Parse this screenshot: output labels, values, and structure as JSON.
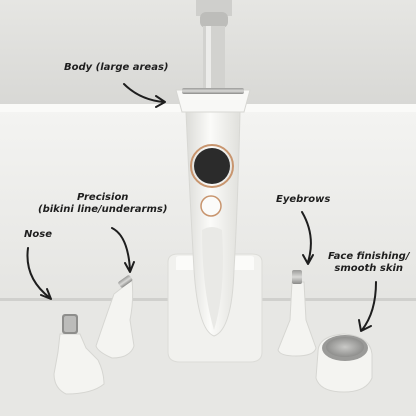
{
  "labels": {
    "body": "Body (large areas)",
    "precision": [
      "Precision",
      "(bikini line/underarms)"
    ],
    "nose": "Nose",
    "eyebrows": "Eyebrows",
    "face": [
      "Face finishing/",
      "smooth skin"
    ]
  },
  "colors": {
    "wall": "#e8e8e6",
    "tub": "#f2f2f0",
    "device": "#f7f7f5",
    "accent_gold": "#c8956e",
    "display": "#2b2b2b",
    "text": "#1e1e1e"
  }
}
